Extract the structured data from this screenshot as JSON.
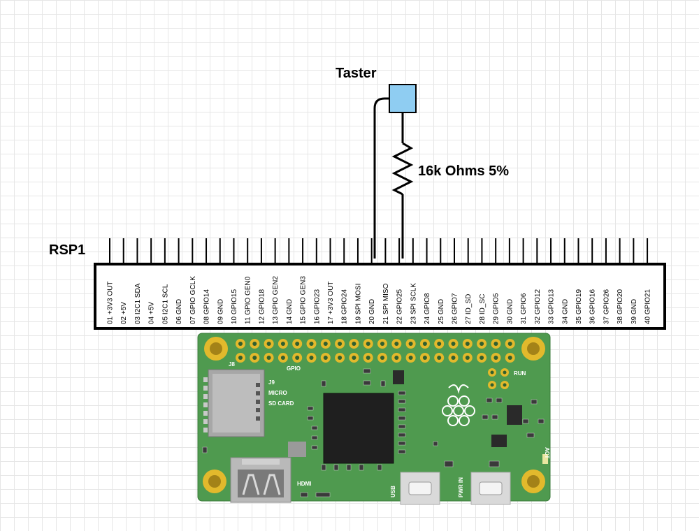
{
  "labels": {
    "button": "Taster",
    "resistor": "16k Ohms 5%",
    "header": "RSP1"
  },
  "pins": [
    "01 +3V3 OUT",
    "02 +5V",
    "03 I2C1 SDA",
    "04 +5V",
    "05 I2C1 SCL",
    "06 GND",
    "07 GPIO GCLK",
    "08 GPIO14",
    "09 GND",
    "10 GPIO15",
    "11 GPIO GEN0",
    "12 GPIO18",
    "13 GPIO GEN2",
    "14 GND",
    "15 GPIO GEN3",
    "16 GPIO23",
    "17 +3V3 OUT",
    "18 GPIO24",
    "19 SPI MOSI",
    "20 GND",
    "21 SPI MISO",
    "22 GPIO25",
    "23 SPI SCLK",
    "24 GPIO8",
    "25 GND",
    "26 GPIO7",
    "27 ID_SD",
    "28 ID_SC",
    "29 GPIO5",
    "30 GND",
    "31 GPIO6",
    "32 GPIO12",
    "33 GPIO13",
    "34 GND",
    "35 GPIO19",
    "36 GPIO16",
    "37 GPIO26",
    "38 GPIO20",
    "39 GND",
    "40 GPIO21"
  ],
  "board": {
    "j8": "J8",
    "gpio": "GPIO",
    "j9_lines": [
      "J9",
      "MICRO",
      "SD CARD"
    ],
    "run": "RUN",
    "hdmi": "HDMI",
    "usb": "USB",
    "pwr_in": "PWR IN",
    "act": "ACT"
  },
  "colors": {
    "board": "#4f9a4f",
    "button": "#8fcdf2",
    "pad": "#e2b92c",
    "wire": "#000000"
  }
}
